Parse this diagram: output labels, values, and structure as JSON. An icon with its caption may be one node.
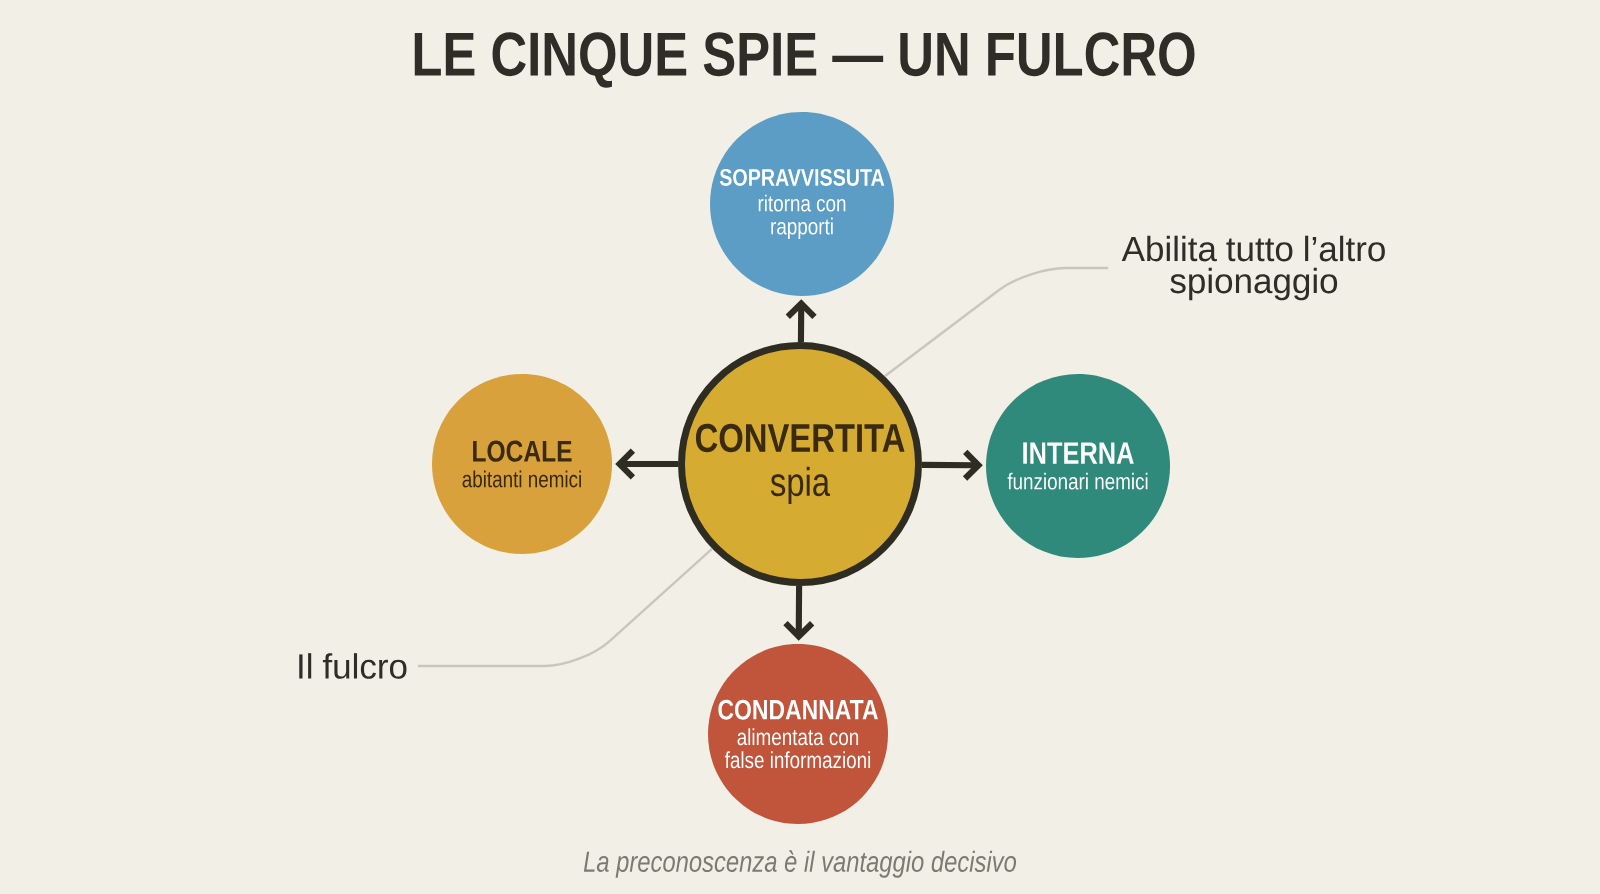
{
  "diagram": {
    "title": "LE CINQUE SPIE — UN FULCRO",
    "caption": "La preconoscenza è il vantaggio decisivo",
    "nodes": [
      {
        "text": [
          "SOPRAVVISSUTA",
          "ritorna con rapporti"
        ]
      },
      {
        "text": [
          "Abilita tutto l’altro spionaggio"
        ]
      },
      {
        "text": [
          "LOCALE",
          "abitanti nemici"
        ]
      },
      {
        "text": [
          "CONVERTITA",
          "spia"
        ]
      },
      {
        "text": [
          "INTERNA",
          "funzionari nemici"
        ]
      },
      {
        "text": [
          "Il fulcro"
        ]
      },
      {
        "text": [
          "CONDANNATA",
          "alimentata con false informazioni"
        ]
      }
    ],
    "edges": [
      {
        "from": 3,
        "to": 0,
        "arrow": "to"
      },
      {
        "from": 3,
        "to": 2,
        "arrow": "to"
      },
      {
        "from": 3,
        "to": 4,
        "arrow": "to"
      },
      {
        "from": 3,
        "to": 6,
        "arrow": "to"
      },
      {
        "from": 1,
        "to": 3,
        "arrow": "none",
        "color": "#c9c7bd"
      },
      {
        "from": 5,
        "to": 3,
        "arrow": "none",
        "color": "#c9c7bd"
      }
    ]
  }
}
